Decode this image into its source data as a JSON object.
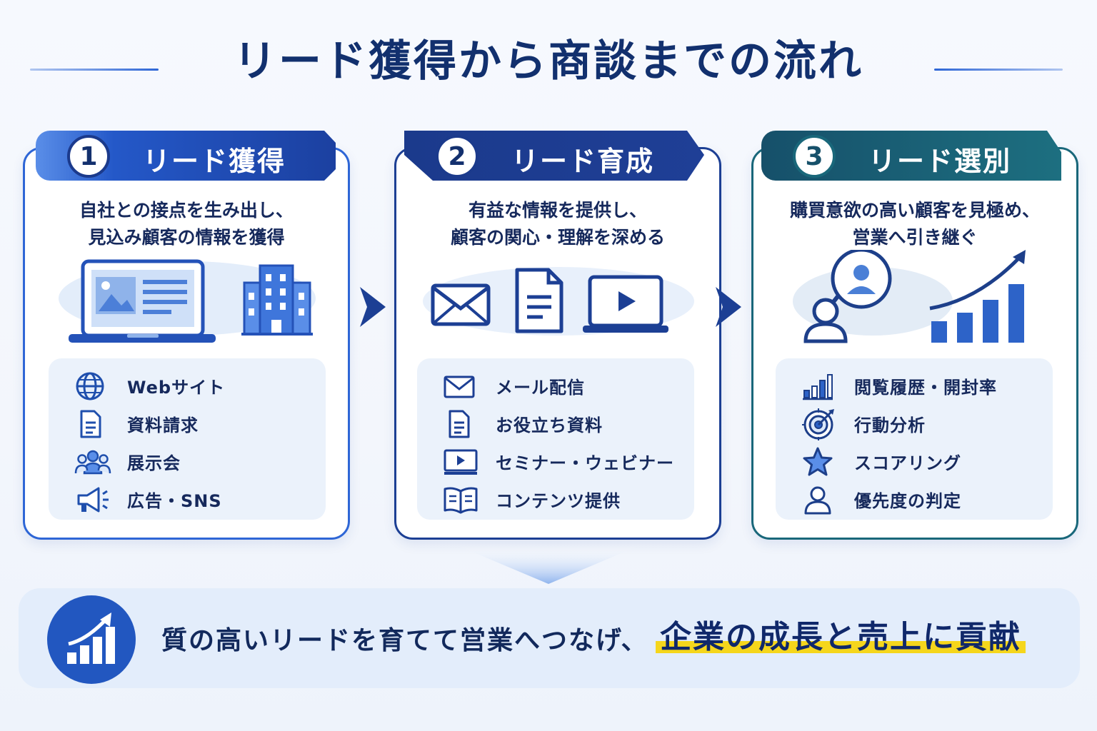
{
  "title": "リード獲得から商談までの流れ",
  "steps": [
    {
      "number": "1",
      "title": "リード獲得",
      "desc_line1": "自社との接点を生み出し、",
      "desc_line2": "見込み顧客の情報を獲得",
      "icons": [
        "laptop-web-icon",
        "building-icon"
      ],
      "items": [
        {
          "icon": "globe-icon",
          "label": "Webサイト"
        },
        {
          "icon": "document-icon",
          "label": "資料請求"
        },
        {
          "icon": "people-group-icon",
          "label": "展示会"
        },
        {
          "icon": "megaphone-icon",
          "label": "広告・SNS"
        }
      ]
    },
    {
      "number": "2",
      "title": "リード育成",
      "desc_line1": "有益な情報を提供し、",
      "desc_line2": "顧客の関心・理解を深める",
      "icons": [
        "envelope-icon",
        "document-icon",
        "video-laptop-icon"
      ],
      "items": [
        {
          "icon": "envelope-icon",
          "label": "メール配信"
        },
        {
          "icon": "document-icon",
          "label": "お役立ち資料"
        },
        {
          "icon": "video-monitor-icon",
          "label": "セミナー・ウェビナー"
        },
        {
          "icon": "open-book-icon",
          "label": "コンテンツ提供"
        }
      ]
    },
    {
      "number": "3",
      "title": "リード選別",
      "desc_line1": "購買意欲の高い顧客を見極め、",
      "desc_line2": "営業へ引き継ぐ",
      "icons": [
        "magnifier-person-icon",
        "growth-chart-icon"
      ],
      "items": [
        {
          "icon": "bar-chart-icon",
          "label": "閲覧履歴・開封率"
        },
        {
          "icon": "target-icon",
          "label": "行動分析"
        },
        {
          "icon": "star-icon",
          "label": "スコアリング"
        },
        {
          "icon": "person-icon",
          "label": "優先度の判定"
        }
      ]
    }
  ],
  "conclusion": {
    "icon": "growth-chart-icon",
    "text": "質の高いリードを育てて営業へつなげ、",
    "highlight": "企業の成長と売上に貢献"
  },
  "colors": {
    "step1": "#2e66d6",
    "step2": "#1c3f94",
    "step3": "#19677a",
    "highlight": "#f5d61c",
    "title": "#12306e"
  }
}
